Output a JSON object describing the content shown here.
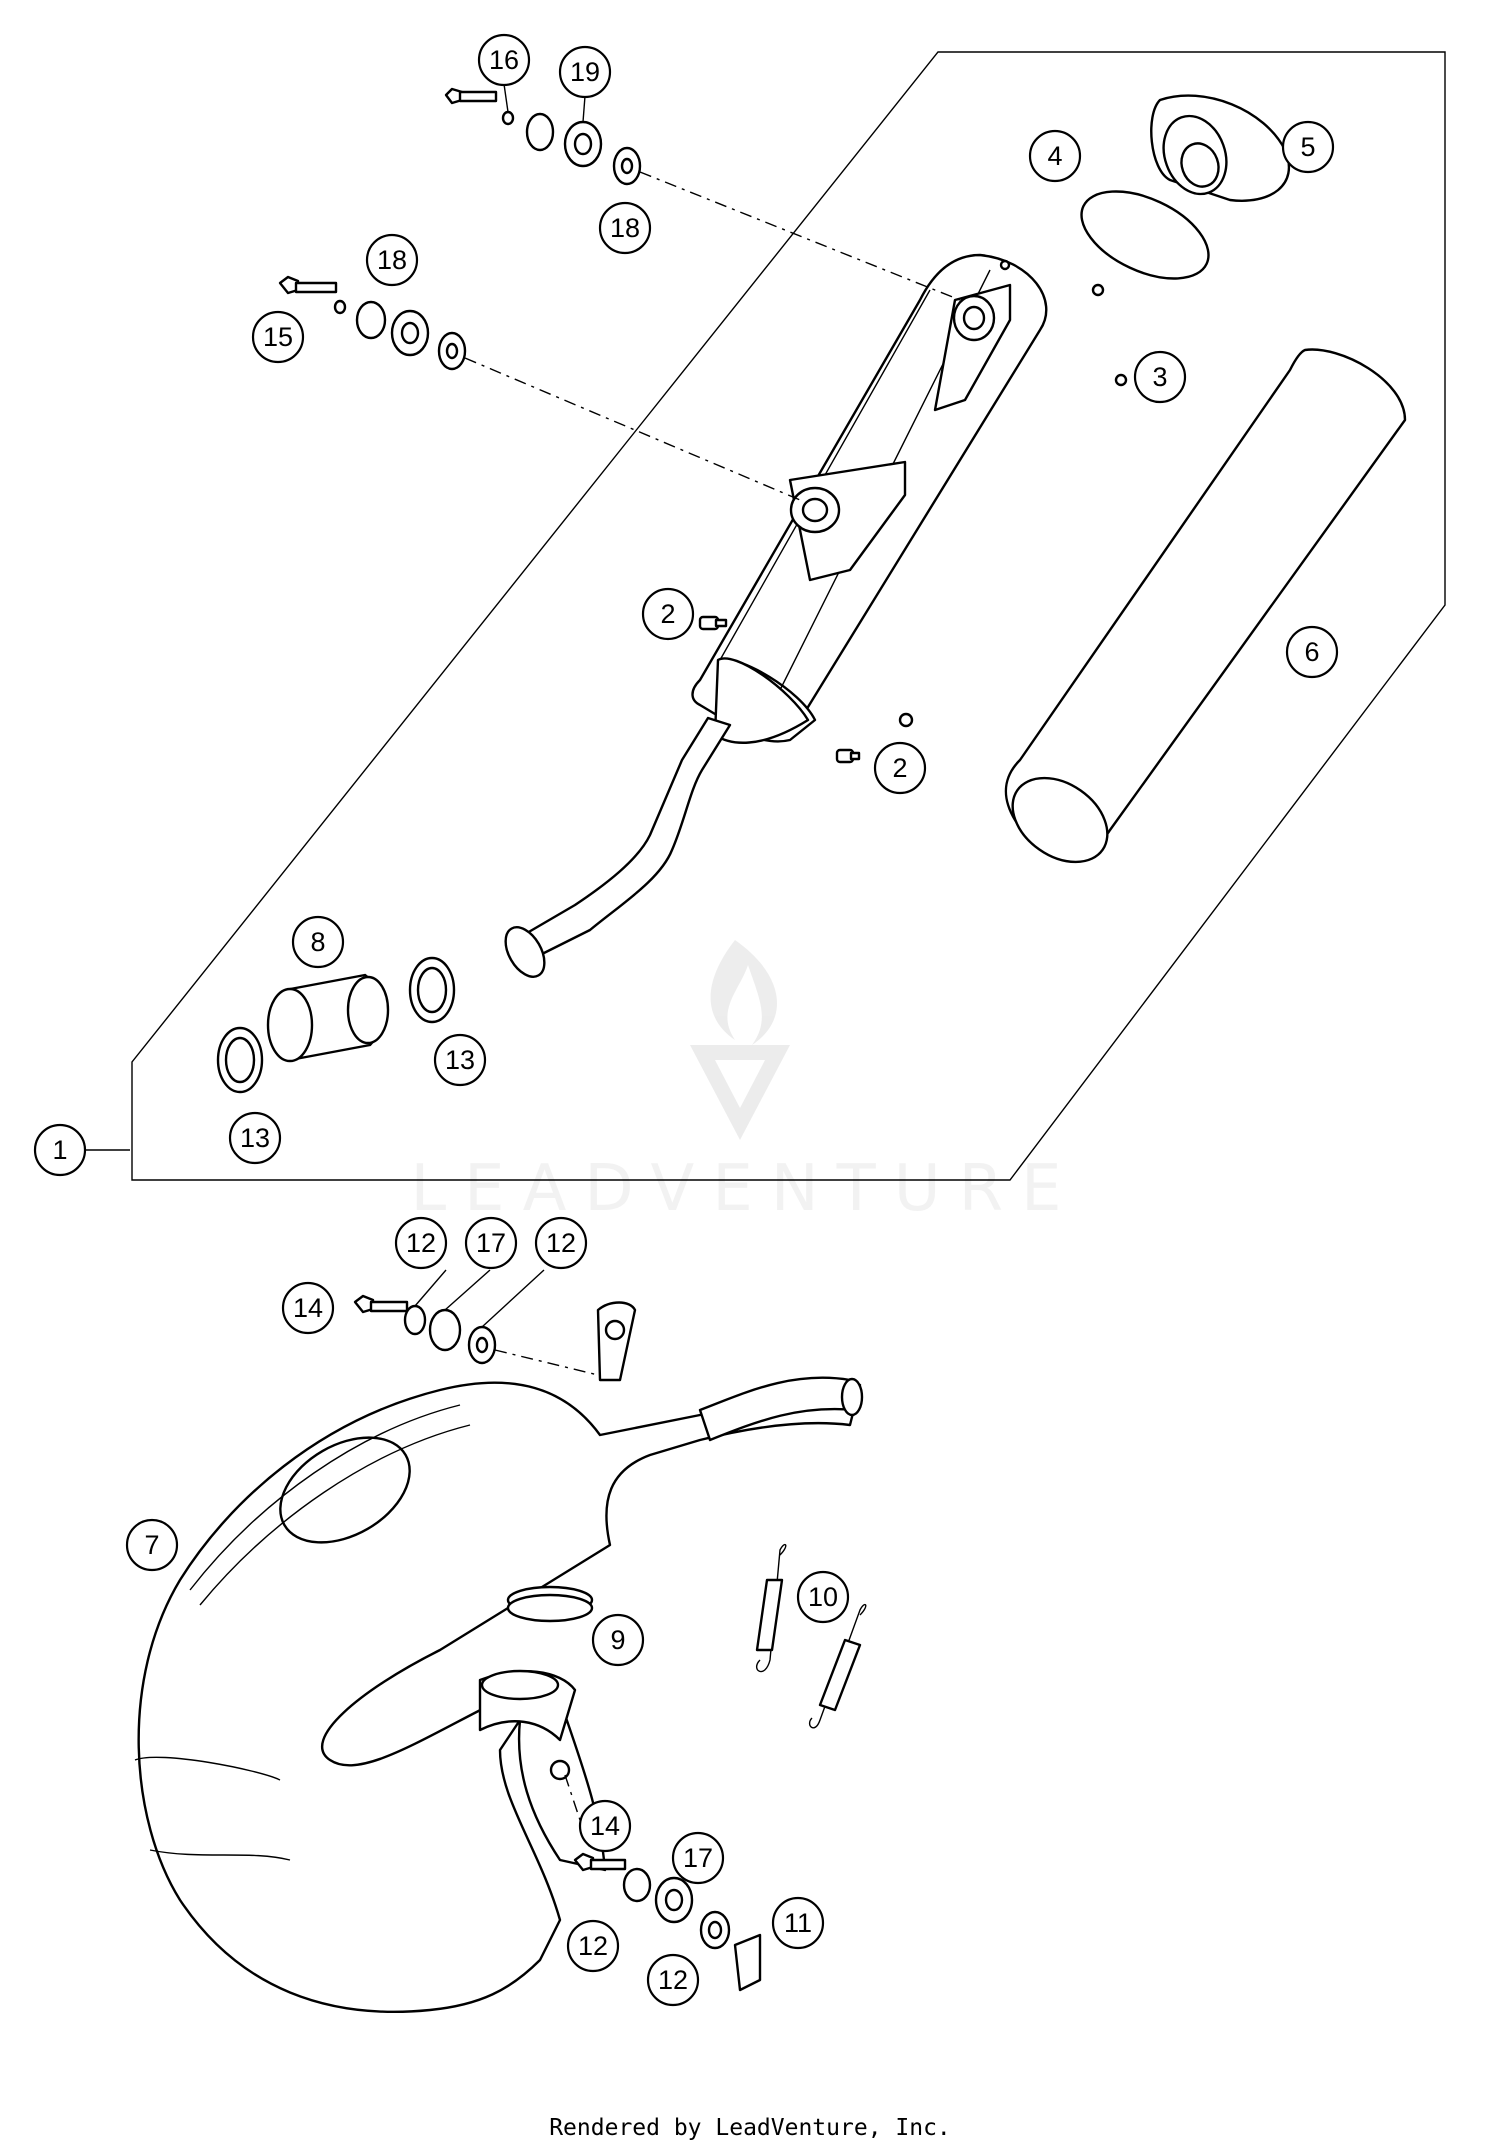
{
  "footer": "Rendered by LeadVenture, Inc.",
  "watermark": {
    "text": "LEADVENTURE",
    "logo": "leadventure-flame-logo"
  },
  "callouts": [
    {
      "id": "callout-1",
      "label": "1"
    },
    {
      "id": "callout-2a",
      "label": "2"
    },
    {
      "id": "callout-2b",
      "label": "2"
    },
    {
      "id": "callout-3",
      "label": "3"
    },
    {
      "id": "callout-4",
      "label": "4"
    },
    {
      "id": "callout-5",
      "label": "5"
    },
    {
      "id": "callout-6",
      "label": "6"
    },
    {
      "id": "callout-7",
      "label": "7"
    },
    {
      "id": "callout-8",
      "label": "8"
    },
    {
      "id": "callout-9",
      "label": "9"
    },
    {
      "id": "callout-10",
      "label": "10"
    },
    {
      "id": "callout-11",
      "label": "11"
    },
    {
      "id": "callout-12a",
      "label": "12"
    },
    {
      "id": "callout-12b",
      "label": "12"
    },
    {
      "id": "callout-12c",
      "label": "12"
    },
    {
      "id": "callout-12d",
      "label": "12"
    },
    {
      "id": "callout-13a",
      "label": "13"
    },
    {
      "id": "callout-13b",
      "label": "13"
    },
    {
      "id": "callout-14a",
      "label": "14"
    },
    {
      "id": "callout-14b",
      "label": "14"
    },
    {
      "id": "callout-15",
      "label": "15"
    },
    {
      "id": "callout-16",
      "label": "16"
    },
    {
      "id": "callout-17a",
      "label": "17"
    },
    {
      "id": "callout-17b",
      "label": "17"
    },
    {
      "id": "callout-18a",
      "label": "18"
    },
    {
      "id": "callout-18b",
      "label": "18"
    },
    {
      "id": "callout-19",
      "label": "19"
    }
  ]
}
